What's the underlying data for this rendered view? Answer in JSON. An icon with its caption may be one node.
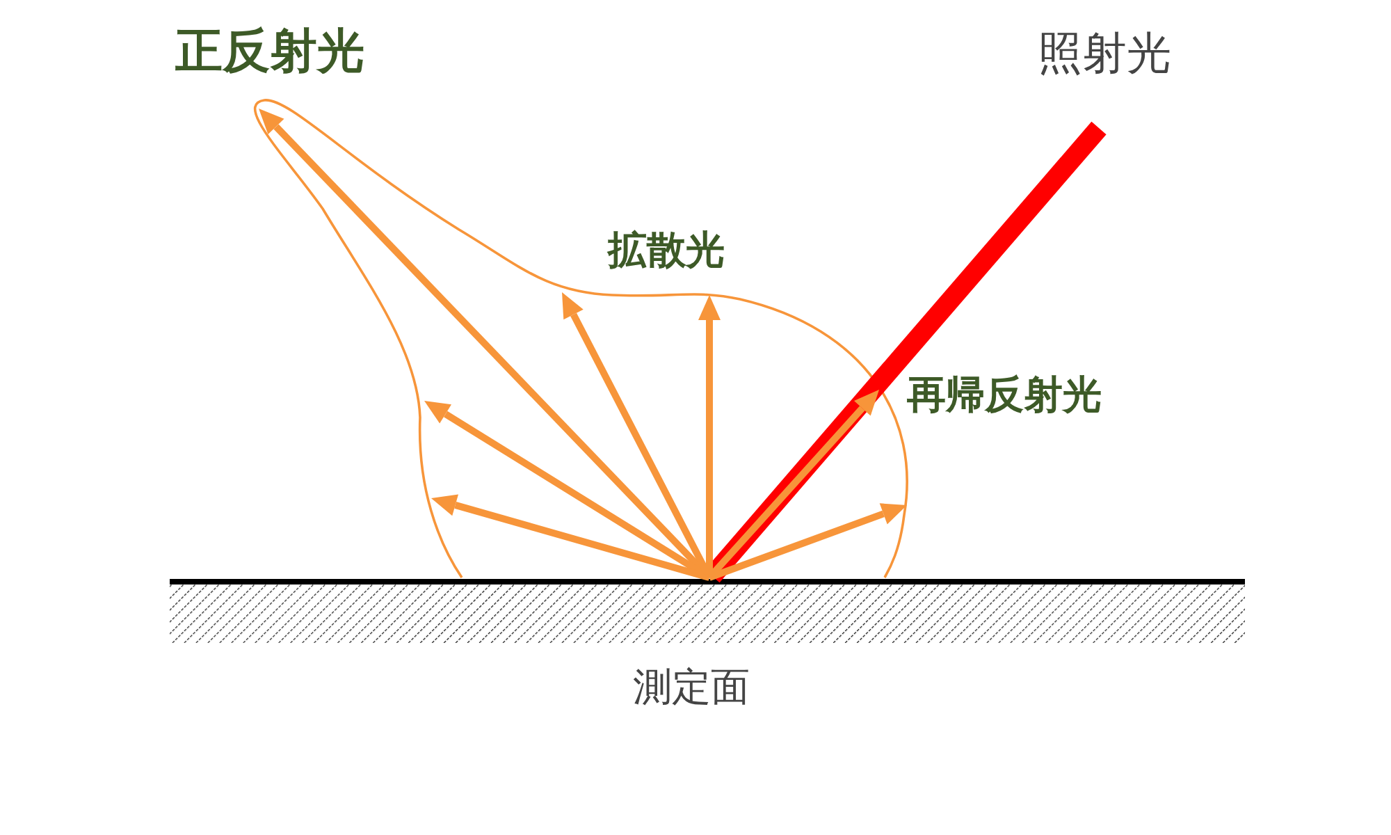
{
  "diagram": {
    "labels": [
      "正反射光",
      "照射光",
      "拡散光",
      "再帰反射光",
      "測定面"
    ]
  }
}
